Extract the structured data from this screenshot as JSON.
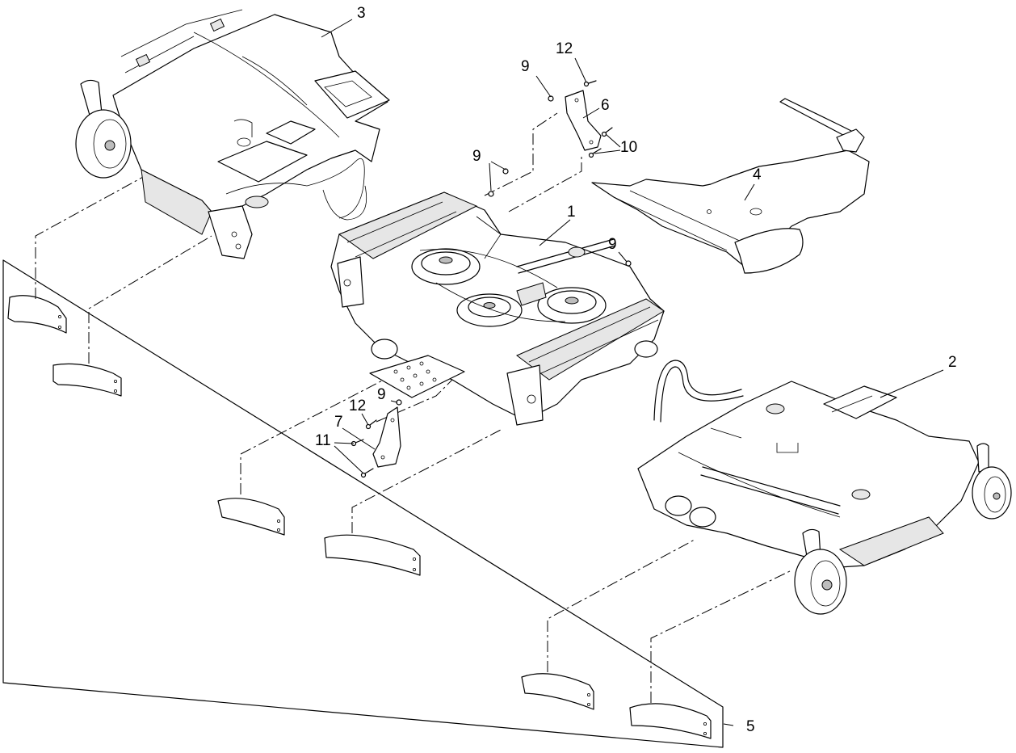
{
  "diagram": {
    "callouts": [
      {
        "key": "c1",
        "text": "1"
      },
      {
        "key": "c2",
        "text": "2"
      },
      {
        "key": "c3",
        "text": "3"
      },
      {
        "key": "c4",
        "text": "4"
      },
      {
        "key": "c5",
        "text": "5"
      },
      {
        "key": "c6",
        "text": "6"
      },
      {
        "key": "c7",
        "text": "7"
      },
      {
        "key": "c9a",
        "text": "9"
      },
      {
        "key": "c9b",
        "text": "9"
      },
      {
        "key": "c9c",
        "text": "9"
      },
      {
        "key": "c9d",
        "text": "9"
      },
      {
        "key": "c10",
        "text": "10"
      },
      {
        "key": "c11",
        "text": "11"
      },
      {
        "key": "c12a",
        "text": "12"
      },
      {
        "key": "c12b",
        "text": "12"
      }
    ],
    "colors": {
      "line": "#000000",
      "background": "#ffffff",
      "fill_light": "#e6e6e6",
      "fill_mid": "#bdbdbd"
    }
  }
}
